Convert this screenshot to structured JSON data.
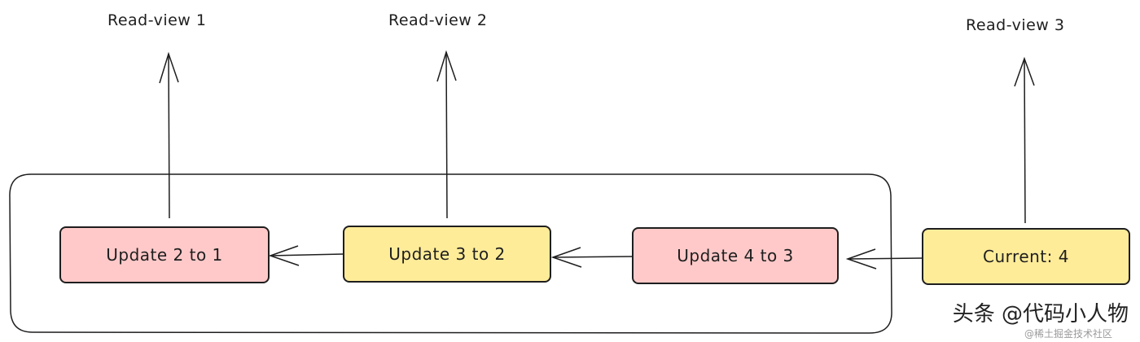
{
  "read_views": [
    {
      "label": "Read-view 1"
    },
    {
      "label": "Read-view 2"
    },
    {
      "label": "Read-view 3"
    }
  ],
  "boxes": [
    {
      "label": "Update 2 to 1",
      "color": "#ffc9c9"
    },
    {
      "label": "Update 3 to 2",
      "color": "#ffec99"
    },
    {
      "label": "Update 4 to 3",
      "color": "#ffc9c9"
    },
    {
      "label": "Current: 4",
      "color": "#ffec99"
    }
  ],
  "watermark": {
    "primary": "头条 @代码小人物",
    "secondary": "@稀土掘金技术社区"
  },
  "colors": {
    "stroke": "#1e1e1e",
    "pink": "#ffc9c9",
    "yellow": "#ffec99"
  }
}
